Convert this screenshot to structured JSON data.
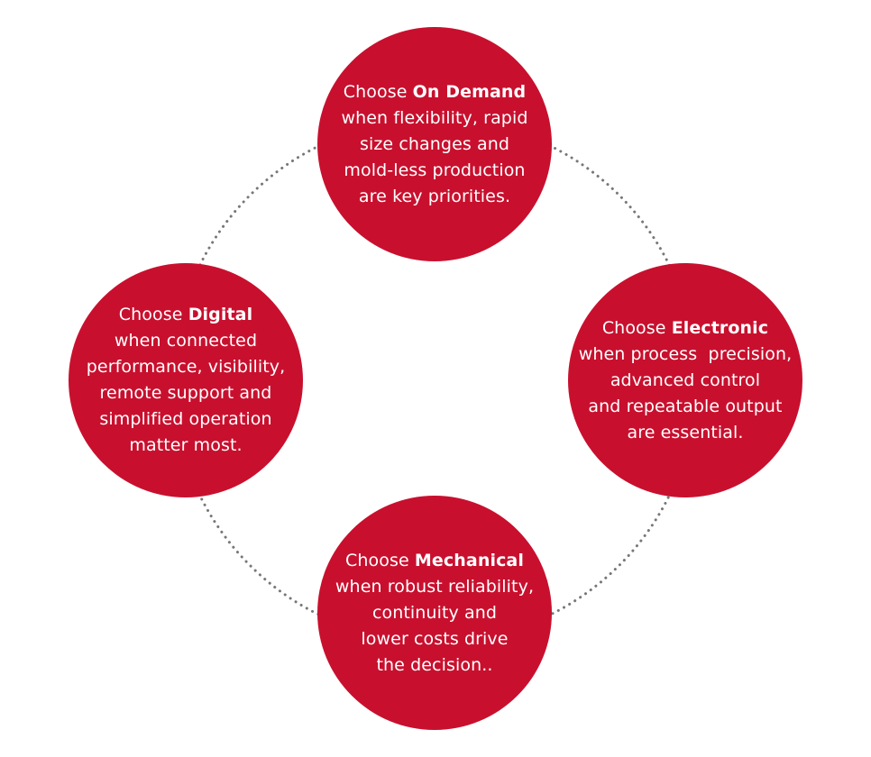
{
  "colors": {
    "node_fill": "#c8102e",
    "text": "#ffffff",
    "ring": "#777777"
  },
  "nodes": {
    "top": {
      "choose": "Choose",
      "label": "On Demand",
      "lines": [
        "when flexibility, rapid",
        "size changes and",
        "mold-less production",
        "are key priorities."
      ]
    },
    "left": {
      "choose": "Choose",
      "label": "Digital",
      "lines": [
        "when connected",
        "performance, visibility,",
        "remote support and",
        "simplified operation",
        "matter most."
      ]
    },
    "right": {
      "choose": "Choose",
      "label": "Electronic",
      "lines": [
        "when process  precision,",
        "advanced control",
        "and repeatable output",
        "are essential."
      ]
    },
    "bottom": {
      "choose": "Choose",
      "label": "Mechanical",
      "lines": [
        "when robust reliability,",
        "continuity and",
        "lower costs drive",
        "the decision.."
      ]
    }
  }
}
